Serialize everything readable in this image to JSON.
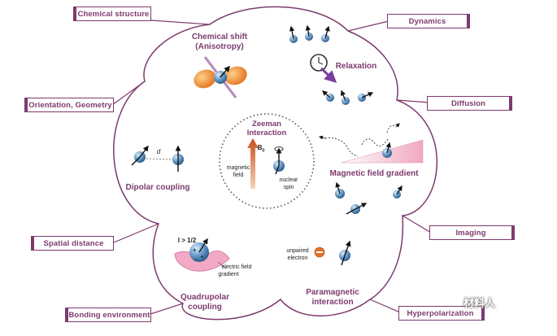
{
  "outer_tags": {
    "chemical_structure": "Chemical  structure",
    "orientation_geometry": "Orientation, Geometry",
    "spatial_distance": "Spatial distance",
    "bonding_environment": "Bonding environment",
    "dynamics": "Dynamics",
    "diffusion": "Diffusion",
    "imaging": "Imaging",
    "hyperpolarization": "Hyperpolarization"
  },
  "lobes": {
    "chemical_shift": "Chemical shift",
    "anisotropy": "(Anisotropy)",
    "relaxation": "Relaxation",
    "dipolar_coupling": "Dipolar coupling",
    "dipolar_distance_symbol": "d",
    "magnetic_field_gradient": "Magnetic field gradient",
    "quadrupolar": "Quadrupolar",
    "coupling": "coupling",
    "spin_condition": "I > 1/2",
    "efg_line1": "electric field",
    "efg_line2": "gradient",
    "paramagnetic": "Paramagnetic",
    "interaction": "interaction",
    "unpaired_line1": "unpaired",
    "unpaired_line2": "electron"
  },
  "center": {
    "zeeman": "Zeeman",
    "interaction": "Interaction",
    "b0": "B",
    "b0_sub": "0",
    "magnetic_line1": "magnetic",
    "magnetic_line2": "field",
    "nuclear_line1": "nuclear",
    "nuclear_line2": "spin"
  },
  "watermark": "材料人",
  "colors": {
    "accent": "#7d3a6e",
    "sphere": "#6b9bc8",
    "orbital": "#e8801f",
    "gradient_pink": "#f2b9c9",
    "electron": "#e1712b"
  }
}
